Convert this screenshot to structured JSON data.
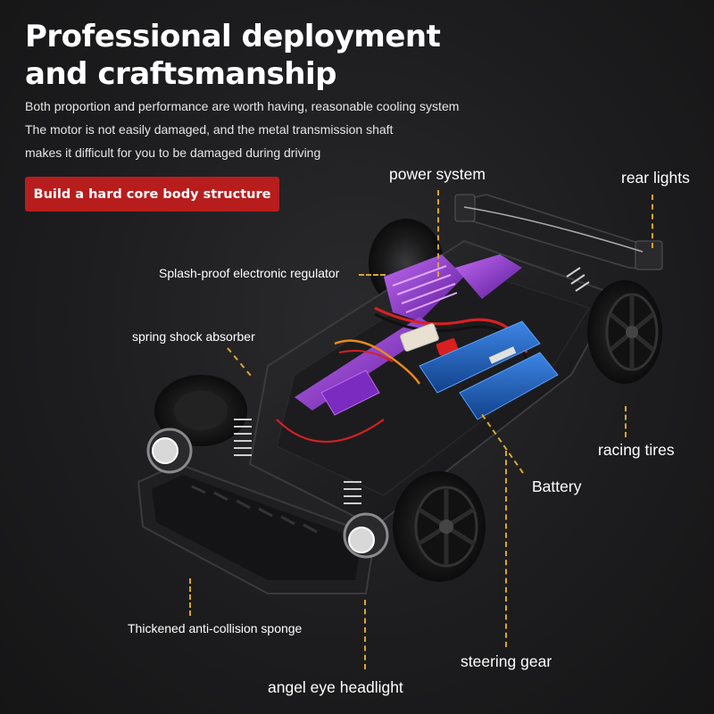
{
  "headline": {
    "line1": "Professional deployment",
    "line2": "and craftsmanship"
  },
  "description": [
    "Both proportion and performance are worth having, reasonable cooling system",
    "The motor is not easily damaged, and the metal transmission shaft",
    "makes it difficult for you to be damaged during driving"
  ],
  "feature_button": "Build a hard core body structure",
  "callouts": {
    "power_system": "power system",
    "rear_lights": "rear lights",
    "esc": "Splash-proof electronic regulator",
    "shock": "spring shock absorber",
    "racing_tires": "racing tires",
    "battery": "Battery",
    "sponge": "Thickened anti-collision sponge",
    "steering": "steering gear",
    "headlight": "angel eye headlight"
  },
  "colors": {
    "background": "#1b1b1d",
    "button": "#b81d1d",
    "leader_lines": "#d9a630",
    "chassis_accent": "#8e2fd0",
    "battery": "#1f66c8"
  }
}
